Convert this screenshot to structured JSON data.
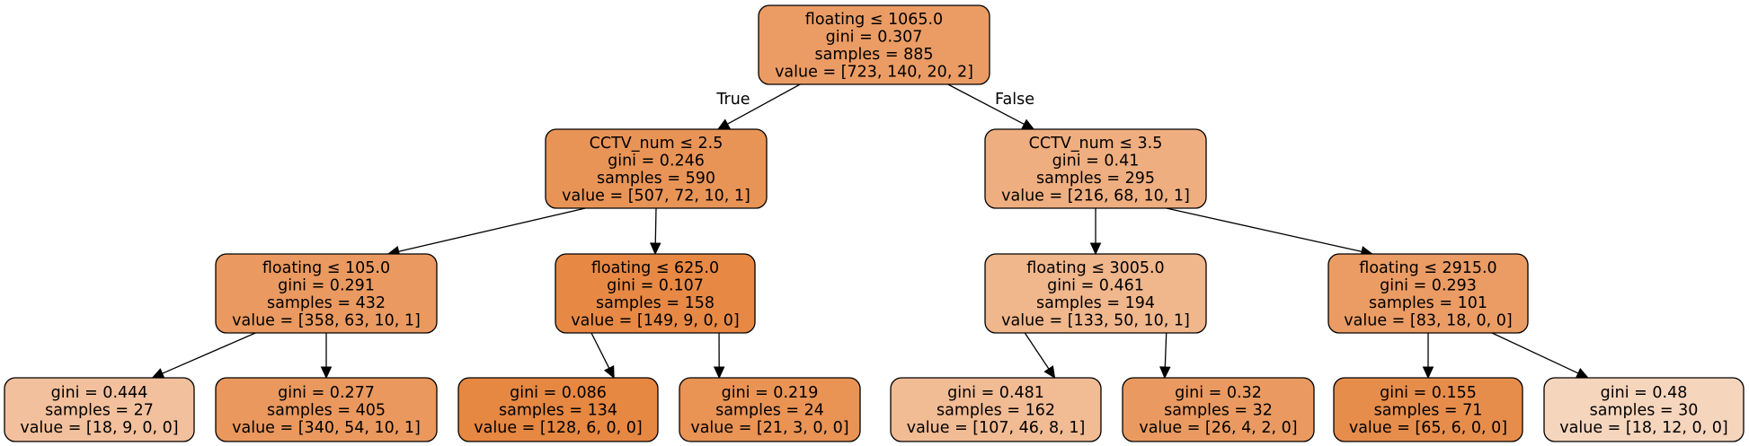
{
  "edge_labels": {
    "true_label": "True",
    "false_label": "False"
  },
  "nodes": [
    {
      "id": "n0",
      "lines": [
        "floating ≤ 1065.0",
        "gini = 0.307",
        "samples = 885",
        "value = [723, 140, 20, 2]"
      ],
      "fill": "#eb9c64"
    },
    {
      "id": "n1",
      "lines": [
        "CCTV_num ≤ 2.5",
        "gini = 0.246",
        "samples = 590",
        "value = [507, 72, 10, 1]"
      ],
      "fill": "#e99457"
    },
    {
      "id": "n2",
      "lines": [
        "CCTV_num ≤ 3.5",
        "gini = 0.41",
        "samples = 295",
        "value = [216, 68, 10, 1]"
      ],
      "fill": "#efae80"
    },
    {
      "id": "n3",
      "lines": [
        "floating ≤ 105.0",
        "gini = 0.291",
        "samples = 432",
        "value = [358, 63, 10, 1]"
      ],
      "fill": "#ea9a60"
    },
    {
      "id": "n4",
      "lines": [
        "floating ≤ 625.0",
        "gini = 0.107",
        "samples = 158",
        "value = [149, 9, 0, 0]"
      ],
      "fill": "#e78945"
    },
    {
      "id": "n5",
      "lines": [
        "floating ≤ 3005.0",
        "gini = 0.461",
        "samples = 194",
        "value = [133, 50, 10, 1]"
      ],
      "fill": "#f0b68c"
    },
    {
      "id": "n6",
      "lines": [
        "floating ≤ 2915.0",
        "gini = 0.293",
        "samples = 101",
        "value = [83, 18, 0, 0]"
      ],
      "fill": "#eb9c64"
    },
    {
      "id": "n7",
      "lines": [
        "gini = 0.444",
        "samples = 27",
        "value = [18, 9, 0, 0]"
      ],
      "fill": "#f2c09c"
    },
    {
      "id": "n8",
      "lines": [
        "gini = 0.277",
        "samples = 405",
        "value = [340, 54, 10, 1]"
      ],
      "fill": "#ea985d"
    },
    {
      "id": "n9",
      "lines": [
        "gini = 0.086",
        "samples = 134",
        "value = [128, 6, 0, 0]"
      ],
      "fill": "#e68742"
    },
    {
      "id": "n10",
      "lines": [
        "gini = 0.219",
        "samples = 24",
        "value = [21, 3, 0, 0]"
      ],
      "fill": "#e99355"
    },
    {
      "id": "n11",
      "lines": [
        "gini = 0.481",
        "samples = 162",
        "value = [107, 46, 8, 1]"
      ],
      "fill": "#f1bb94"
    },
    {
      "id": "n12",
      "lines": [
        "gini = 0.32",
        "samples = 32",
        "value = [26, 4, 2, 0]"
      ],
      "fill": "#ea9a60"
    },
    {
      "id": "n13",
      "lines": [
        "gini = 0.155",
        "samples = 71",
        "value = [65, 6, 0, 0]"
      ],
      "fill": "#e78d4b"
    },
    {
      "id": "n14",
      "lines": [
        "gini = 0.48",
        "samples = 30",
        "value = [18, 12, 0, 0]"
      ],
      "fill": "#f6d5bd"
    }
  ],
  "edges": [
    {
      "from": "n0",
      "to": "n1"
    },
    {
      "from": "n0",
      "to": "n2"
    },
    {
      "from": "n1",
      "to": "n3"
    },
    {
      "from": "n1",
      "to": "n4"
    },
    {
      "from": "n2",
      "to": "n5"
    },
    {
      "from": "n2",
      "to": "n6"
    },
    {
      "from": "n3",
      "to": "n7"
    },
    {
      "from": "n3",
      "to": "n8"
    },
    {
      "from": "n4",
      "to": "n9"
    },
    {
      "from": "n4",
      "to": "n10"
    },
    {
      "from": "n5",
      "to": "n11"
    },
    {
      "from": "n5",
      "to": "n12"
    },
    {
      "from": "n6",
      "to": "n13"
    },
    {
      "from": "n6",
      "to": "n14"
    }
  ]
}
